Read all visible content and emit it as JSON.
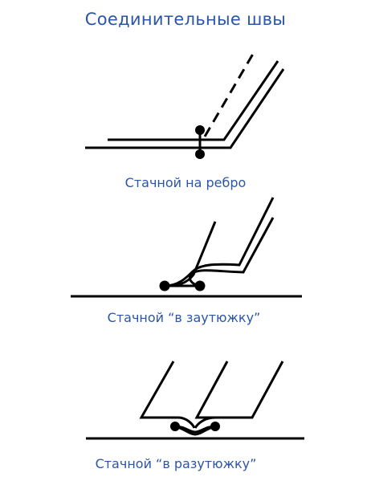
{
  "title": "Соединительные швы",
  "colors": {
    "title": "#2b55a8",
    "caption": "#2b55a8",
    "line": "#000000"
  },
  "seams": [
    {
      "caption": "Стачной на ребро"
    },
    {
      "caption": "Стачной “в заутюжку”"
    },
    {
      "caption": "Стачной “в разутюжку”"
    }
  ]
}
